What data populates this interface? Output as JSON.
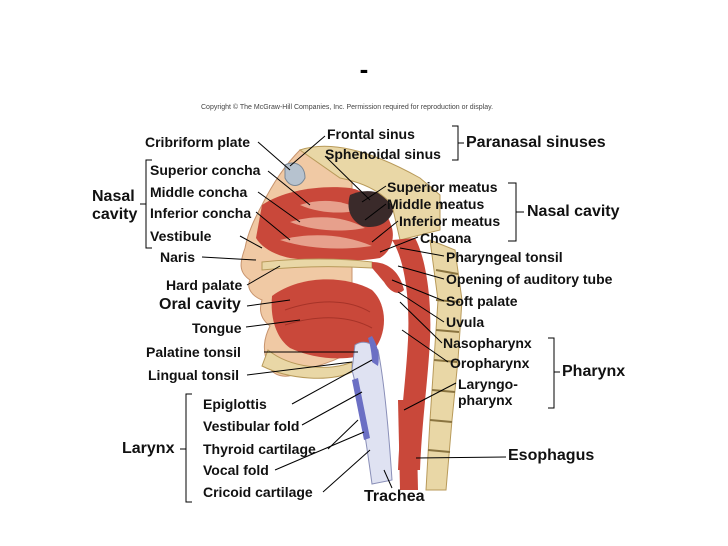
{
  "slide": {
    "title": "-"
  },
  "copyright": "Copyright © The McGraw-Hill Companies, Inc. Permission required for reproduction or display.",
  "diagram": {
    "left_labels": {
      "cribriform_plate": "Cribriform plate",
      "superior_concha": "Superior concha",
      "middle_concha": "Middle concha",
      "inferior_concha": "Inferior concha",
      "vestibule": "Vestibule",
      "naris": "Naris",
      "hard_palate": "Hard palate",
      "oral_cavity": "Oral cavity",
      "tongue": "Tongue",
      "palatine_tonsil": "Palatine tonsil",
      "lingual_tonsil": "Lingual tonsil",
      "epiglottis": "Epiglottis",
      "vestibular_fold": "Vestibular fold",
      "thyroid_cartilage": "Thyroid cartilage",
      "vocal_fold": "Vocal fold",
      "cricoid_cartilage": "Cricoid cartilage"
    },
    "left_groups": {
      "nasal_cavity_line1": "Nasal",
      "nasal_cavity_line2": "cavity",
      "larynx": "Larynx"
    },
    "right_labels": {
      "frontal_sinus": "Frontal sinus",
      "sphenoidal_sinus": "Sphenoidal sinus",
      "superior_meatus": "Superior meatus",
      "middle_meatus": "Middle meatus",
      "inferior_meatus": "Inferior meatus",
      "choana": "Choana",
      "pharyngeal_tonsil": "Pharyngeal tonsil",
      "opening_auditory_tube": "Opening of auditory tube",
      "soft_palate": "Soft palate",
      "uvula": "Uvula",
      "nasopharynx": "Nasopharynx",
      "oropharynx": "Oropharynx",
      "laryngopharynx_line1": "Laryngo-",
      "laryngopharynx_line2": "pharynx",
      "esophagus": "Esophagus",
      "trachea": "Trachea"
    },
    "right_groups": {
      "paranasal_sinuses": "Paranasal sinuses",
      "nasal_cavity": "Nasal cavity",
      "pharynx": "Pharynx"
    },
    "colors": {
      "muscle_red": "#c9483a",
      "tissue_pink": "#e7a08c",
      "skin": "#f0c9a4",
      "bone": "#e9d7a6",
      "cartilage_blue": "#6b6fc4",
      "airway_light": "#dfe2f2"
    }
  }
}
